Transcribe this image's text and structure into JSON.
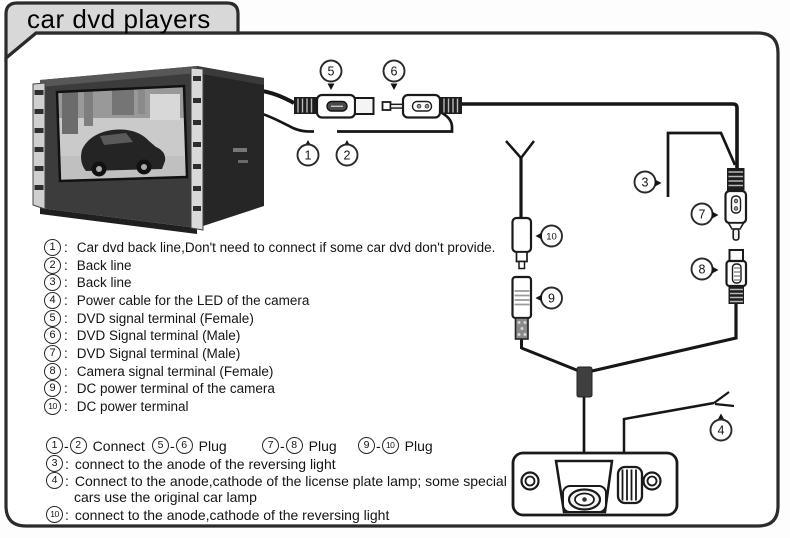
{
  "title": "car dvd players",
  "ui": {
    "colon": ":",
    "dash": "-"
  },
  "callouts": {
    "c1": "1",
    "c2": "2",
    "c3": "3",
    "c4": "4",
    "c5": "5",
    "c6": "6",
    "c7": "7",
    "c8": "8",
    "c9": "9",
    "c10": "10"
  },
  "legend": {
    "items": [
      {
        "num": "1",
        "text": "Car dvd back line,Don't need to connect if some car dvd don't provide."
      },
      {
        "num": "2",
        "text": "Back line"
      },
      {
        "num": "3",
        "text": "Back line"
      },
      {
        "num": "4",
        "text": "Power cable for the LED of the camera"
      },
      {
        "num": "5",
        "text": "DVD signal terminal (Female)"
      },
      {
        "num": "6",
        "text": "DVD Signal terminal (Male)"
      },
      {
        "num": "7",
        "text": "DVD Signal terminal (Male)"
      },
      {
        "num": "8",
        "text": "Camera signal terminal (Female)"
      },
      {
        "num": "9",
        "text": "DC power terminal of the camera"
      },
      {
        "num": "10",
        "text": "DC power terminal"
      }
    ]
  },
  "connections": {
    "pairs": [
      {
        "a": "1",
        "b": "2",
        "label": "Connect"
      },
      {
        "a": "5",
        "b": "6",
        "label": "Plug"
      },
      {
        "a": "7",
        "b": "8",
        "label": "Plug"
      },
      {
        "a": "9",
        "b": "10",
        "label": "Plug"
      }
    ],
    "notes": [
      {
        "num": "3",
        "line1": "connect to the anode of the reversing light"
      },
      {
        "num": "4",
        "line1": "Connect to the anode,cathode of the license plate lamp; some special",
        "line2": "cars use the original car lamp"
      },
      {
        "num": "10",
        "line1": "connect to the anode,cathode of the reversing light"
      }
    ]
  }
}
